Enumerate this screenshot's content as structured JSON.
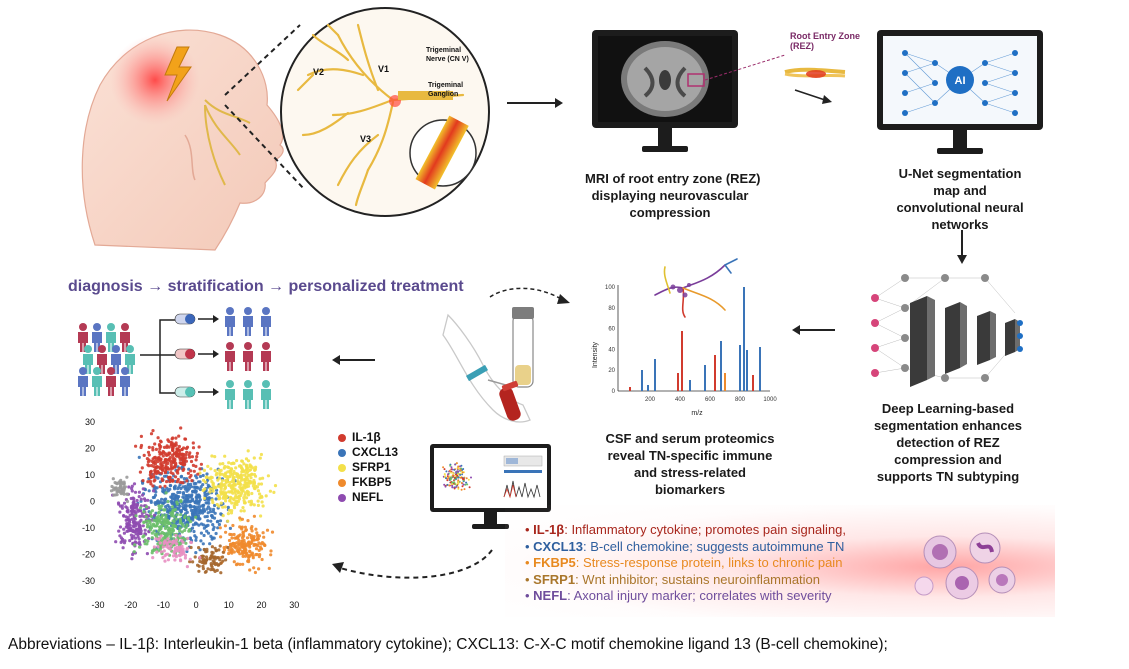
{
  "anatomy": {
    "labels": {
      "v1": "V1",
      "v2": "V2",
      "v3": "V3",
      "trigeminal_nerve": "Trigeminal\nNerve (CN V)",
      "trigeminal_ganglion": "Trigeminal\nGanglion"
    }
  },
  "rez_label": "Root Entry Zone\n(REZ)",
  "ai_label": "AI",
  "captions": {
    "mri": "MRI of root entry zone (REZ)\ndisplaying neurovascular\ncompression",
    "unet": "U-Net segmentation\nmap and\nconvolutional neural\nnetworks",
    "deep_learning": "Deep Learning-based\nsegmentation enhances\ndetection of REZ\ncompression and\nsupports TN subtyping",
    "proteomics": "CSF and serum proteomics\nreveal TN-specific immune\nand stress-related\nbiomarkers"
  },
  "workflow": "diagnosis → stratification → personalized treatment",
  "spectrum": {
    "ylabel": "Intensity",
    "xlabel": "m/z",
    "yticks": [
      "100",
      "80",
      "60",
      "40",
      "20",
      "0"
    ],
    "xticks": [
      "200",
      "400",
      "600",
      "800",
      "1000"
    ]
  },
  "scatter": {
    "xticks": [
      "-30",
      "-20",
      "-10",
      "0",
      "10",
      "20",
      "30"
    ],
    "yticks": [
      "30",
      "20",
      "10",
      "0",
      "-10",
      "-20",
      "-30"
    ]
  },
  "legend": [
    {
      "label": "IL-1β",
      "color": "#d13b2e"
    },
    {
      "label": "CXCL13",
      "color": "#3a74b8"
    },
    {
      "label": "SFRP1",
      "color": "#f3e04a"
    },
    {
      "label": "FKBP5",
      "color": "#ef8a2c"
    },
    {
      "label": "NEFL",
      "color": "#8e4bb0"
    }
  ],
  "biomarkers": [
    {
      "name": "IL-1β",
      "desc": ": Inflammatory cytokine; promotes pain signaling,",
      "color": "#a8261c"
    },
    {
      "name": "CXCL13",
      "desc": ": B-cell chemokine; suggests autoimmune TN",
      "color": "#2f5f9e"
    },
    {
      "name": "FKBP5",
      "desc": ": Stress-response protein, links to chronic pain",
      "color": "#e8891f"
    },
    {
      "name": "SFRP1",
      "desc": ": Wnt inhibitor; sustains neuroinflammation",
      "color": "#a9762b"
    },
    {
      "name": "NEFL",
      "desc": ": Axonal injury marker; correlates with severity",
      "color": "#6f4d9c"
    }
  ],
  "footer": "Abbreviations – IL-1β: Interleukin-1 beta (inflammatory cytokine); CXCL13: C-X-C motif chemokine ligand 13 (B-cell chemokine);"
}
